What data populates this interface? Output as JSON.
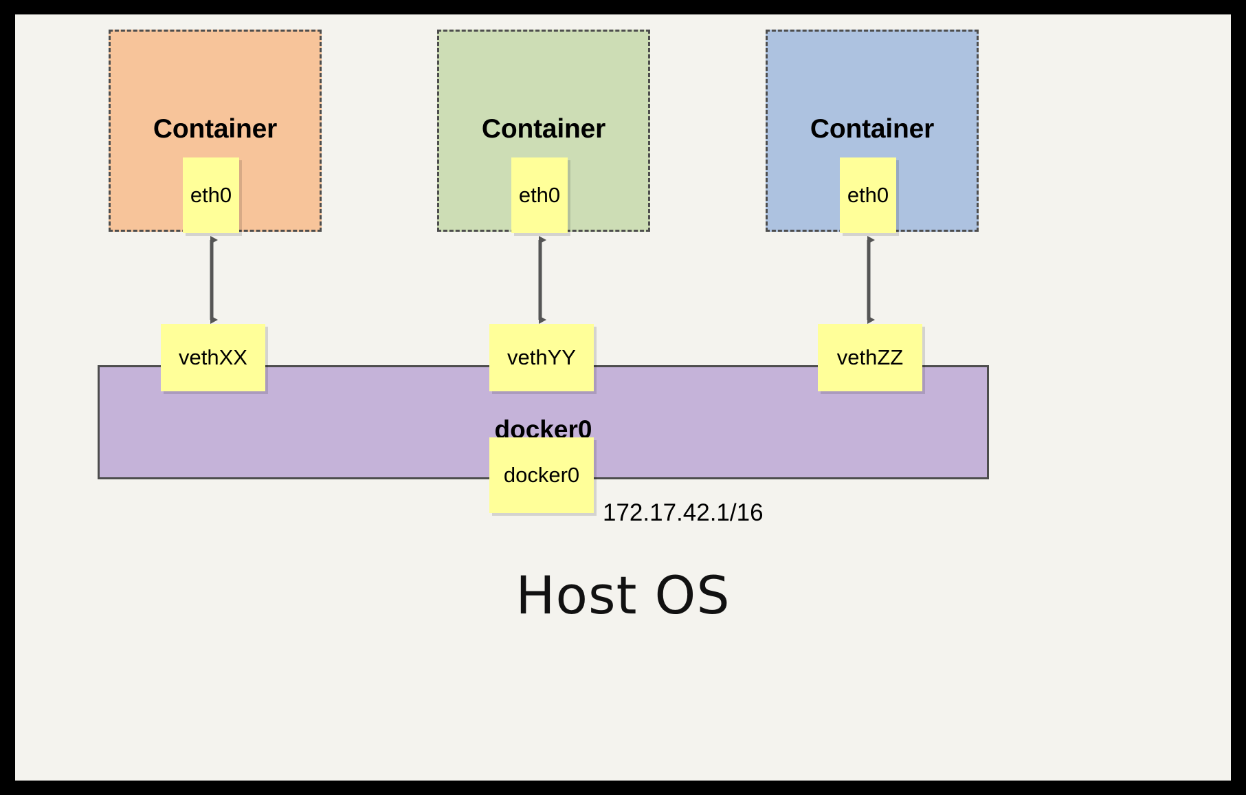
{
  "diagram": {
    "title_text": "Host OS",
    "background_color": "#f4f3ee",
    "frame_color": "#000000",
    "containers": [
      {
        "label": "Container",
        "fill": "#f7c49a",
        "iface_label": "eth0"
      },
      {
        "label": "Container",
        "fill": "#cdddb5",
        "iface_label": "eth0"
      },
      {
        "label": "Container",
        "fill": "#adc2e0",
        "iface_label": "eth0"
      }
    ],
    "veth_boxes": [
      {
        "label": "vethXX"
      },
      {
        "label": "vethYY"
      },
      {
        "label": "vethZZ"
      }
    ],
    "bridge": {
      "bar_label": "docker0",
      "box_label": "docker0",
      "fill": "#c5b3d9",
      "ip_address": "172.17.42.1/16"
    },
    "note_fill": "#ffff99",
    "arrow_color": "#555555"
  },
  "chart_data": {
    "type": "diagram",
    "title": "Docker container networking with docker0 bridge",
    "nodes": [
      {
        "id": "container1",
        "label": "Container",
        "type": "container",
        "color": "#f7c49a"
      },
      {
        "id": "container2",
        "label": "Container",
        "type": "container",
        "color": "#cdddb5"
      },
      {
        "id": "container3",
        "label": "Container",
        "type": "container",
        "color": "#adc2e0"
      },
      {
        "id": "eth0-1",
        "label": "eth0",
        "type": "interface"
      },
      {
        "id": "eth0-2",
        "label": "eth0",
        "type": "interface"
      },
      {
        "id": "eth0-3",
        "label": "eth0",
        "type": "interface"
      },
      {
        "id": "vethXX",
        "label": "vethXX",
        "type": "interface"
      },
      {
        "id": "vethYY",
        "label": "vethYY",
        "type": "interface"
      },
      {
        "id": "vethZZ",
        "label": "vethZZ",
        "type": "interface"
      },
      {
        "id": "docker0",
        "label": "docker0",
        "type": "bridge",
        "color": "#c5b3d9",
        "address": "172.17.42.1/16"
      },
      {
        "id": "hostos",
        "label": "Host OS",
        "type": "host"
      }
    ],
    "edges": [
      {
        "from": "eth0-1",
        "to": "vethXX",
        "style": "double-arrow"
      },
      {
        "from": "eth0-2",
        "to": "vethYY",
        "style": "double-arrow"
      },
      {
        "from": "eth0-3",
        "to": "vethZZ",
        "style": "double-arrow"
      }
    ]
  }
}
